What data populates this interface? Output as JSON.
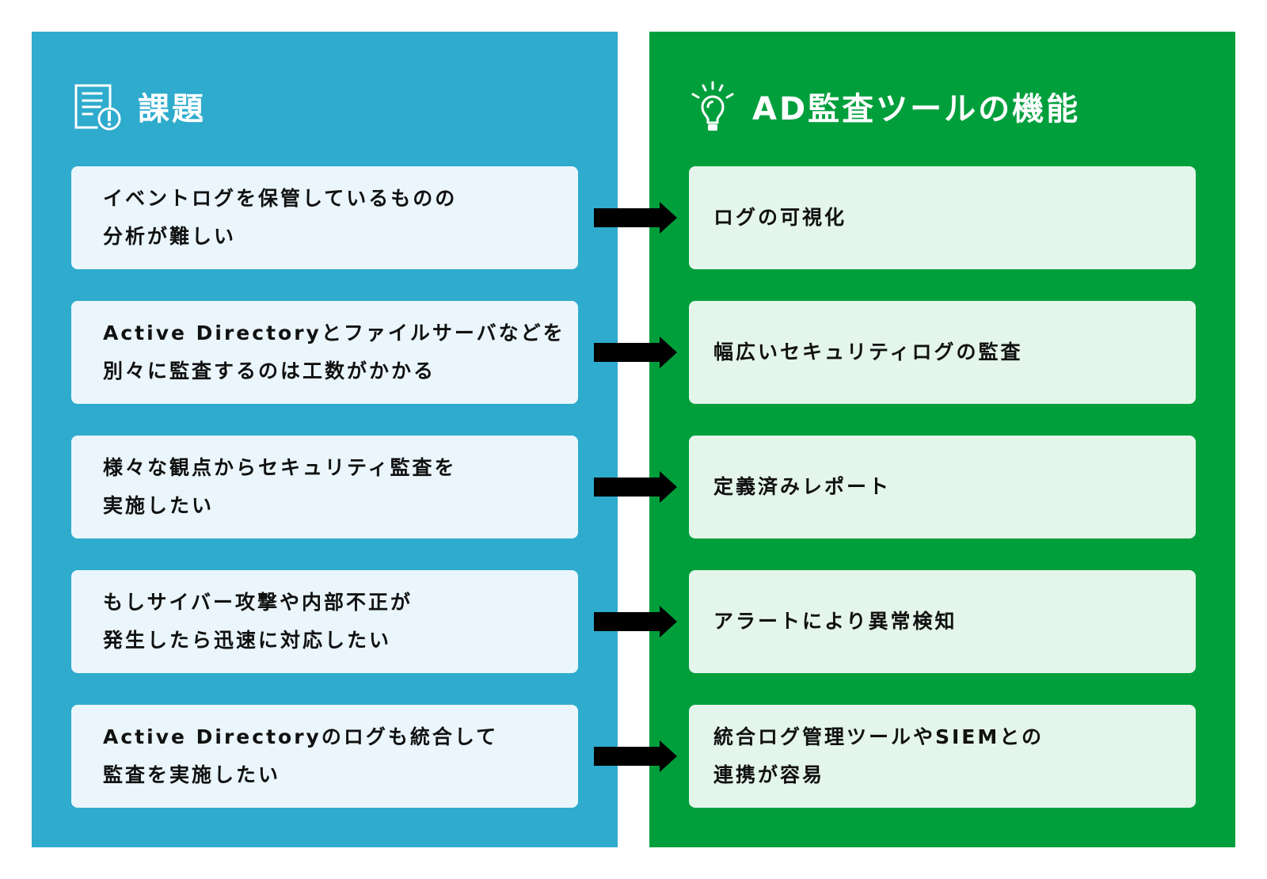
{
  "colors": {
    "problem_panel": "#2EABCD",
    "problem_card": "#EAF6FB",
    "feature_panel": "#009F3C",
    "feature_card": "#E4F5EB",
    "text": "#111111",
    "heading_text": "#FFFFFF",
    "arrow": "#000000"
  },
  "problems": {
    "title": "課題",
    "icon": "document-alert-icon",
    "items": [
      {
        "line1": "イベントログを保管しているものの",
        "line2": "分析が難しい"
      },
      {
        "line1": "Active Directoryとファイルサーバなどを",
        "line2": "別々に監査するのは工数がかかる"
      },
      {
        "line1": "様々な観点からセキュリティ監査を",
        "line2": "実施したい"
      },
      {
        "line1": "もしサイバー攻撃や内部不正が",
        "line2": "発生したら迅速に対応したい"
      },
      {
        "line1": "Active Directoryのログも統合して",
        "line2": "監査を実施したい"
      }
    ]
  },
  "features": {
    "title": "AD監査ツールの機能",
    "icon": "lightbulb-icon",
    "items": [
      {
        "line1": "ログの可視化"
      },
      {
        "line1": "幅広いセキュリティログの監査"
      },
      {
        "line1": "定義済みレポート"
      },
      {
        "line1": "アラートにより異常検知"
      },
      {
        "line1": "統合ログ管理ツールやSIEMとの",
        "line2": "連携が容易"
      }
    ]
  },
  "arrows": {
    "icon": "right-arrow-icon",
    "direction": "problem-to-feature"
  }
}
